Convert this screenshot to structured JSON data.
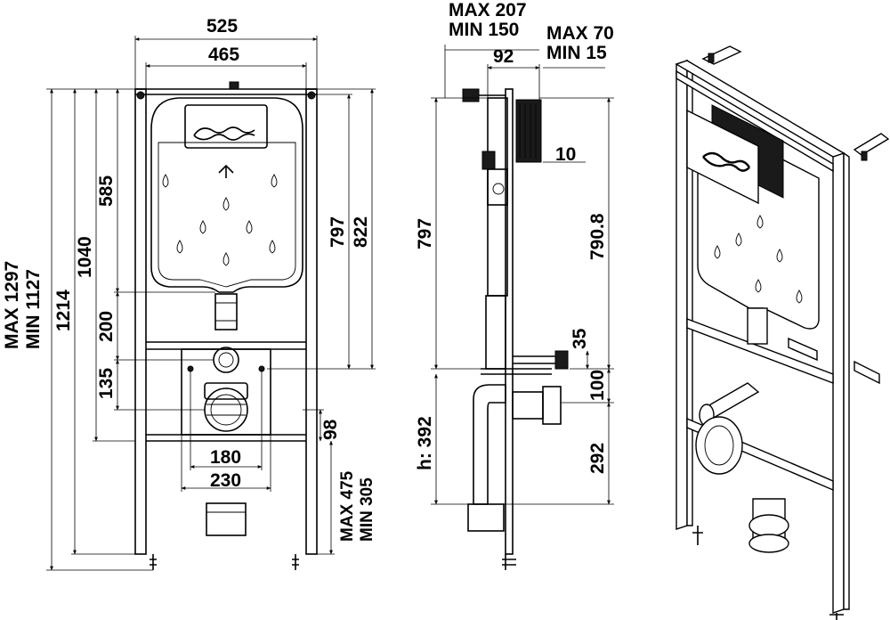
{
  "front_view": {
    "width_outer": "525",
    "width_inner": "465",
    "height_max": "MAX 1297",
    "height_min": "MIN 1127",
    "height_1214": "1214",
    "height_1040": "1040",
    "height_585": "585",
    "height_200": "200",
    "height_135": "135",
    "height_797": "797",
    "height_822": "822",
    "height_98": "98",
    "width_180": "180",
    "width_230": "230",
    "leg_max": "MAX 475",
    "leg_min": "MIN 305"
  },
  "side_view": {
    "depth_max": "MAX 207",
    "depth_min": "MIN 150",
    "depth_92": "92",
    "plate_max": "MAX 70",
    "plate_min": "MIN 15",
    "dim_10": "10",
    "dim_797": "797",
    "dim_790_8": "790.8",
    "dim_35": "35",
    "dim_100": "100",
    "dim_392": "h: 392",
    "dim_292": "292"
  }
}
